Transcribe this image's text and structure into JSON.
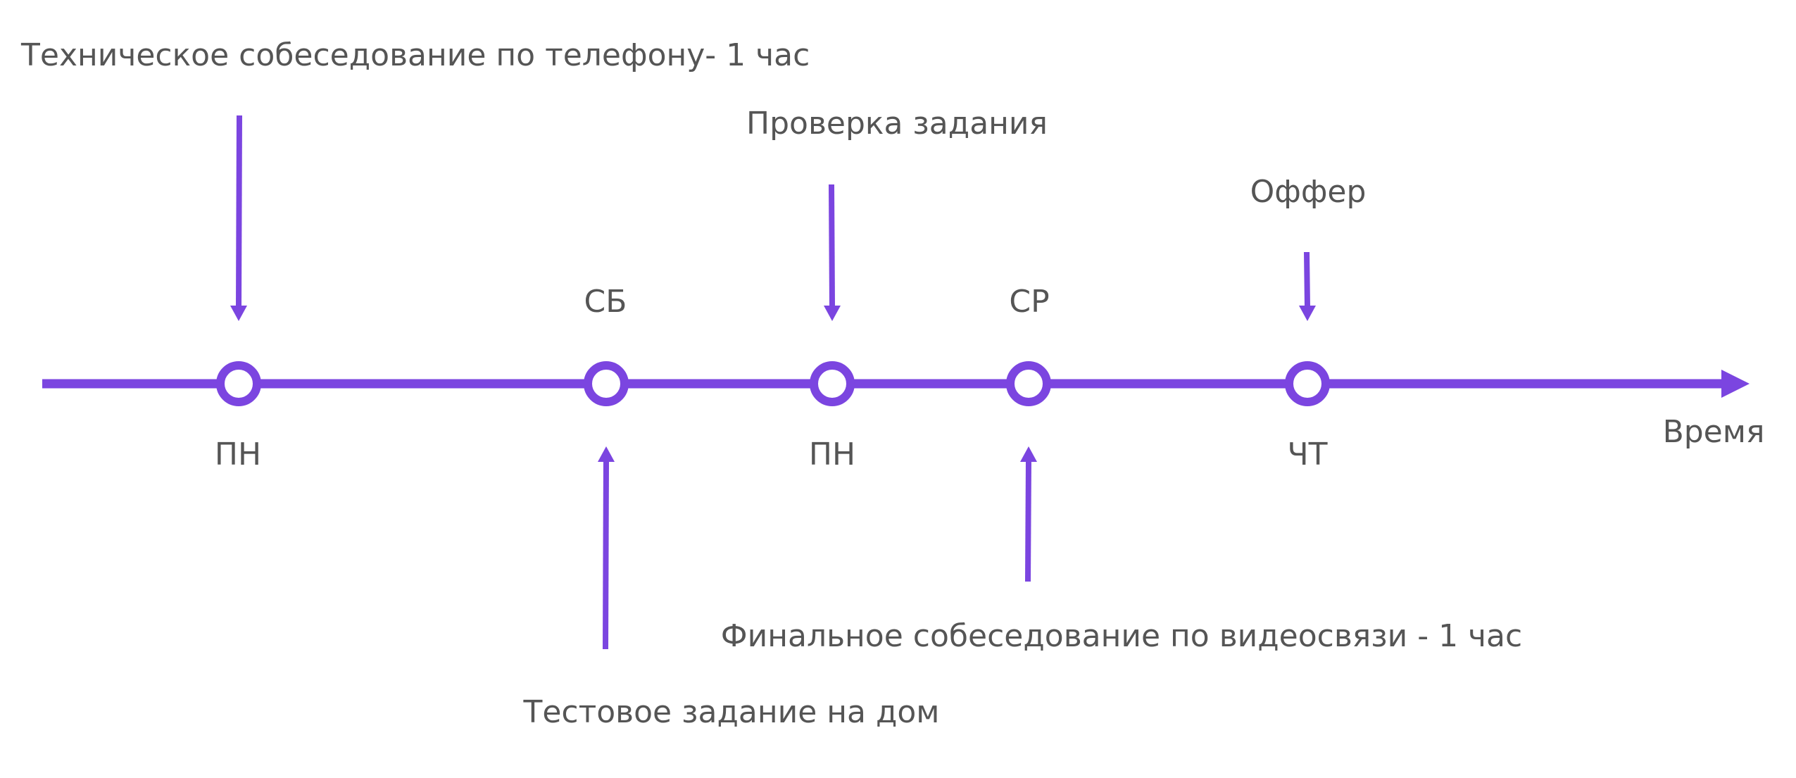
{
  "diagram": {
    "accent_color": "#7b45e0",
    "text_color": "#555555",
    "axis_label": "Время",
    "days": {
      "mon1": "ПН",
      "sat": "СБ",
      "mon2": "ПН",
      "wed": "СР",
      "thu": "ЧТ"
    },
    "events": {
      "tech_interview": "Техническое собеседование по телефону- 1 час",
      "home_task": "Тестовое задание на дом",
      "task_review": "Проверка задания",
      "final_interview": "Финальное собеседование по видеосвязи - 1 час",
      "offer": "Оффер"
    }
  }
}
